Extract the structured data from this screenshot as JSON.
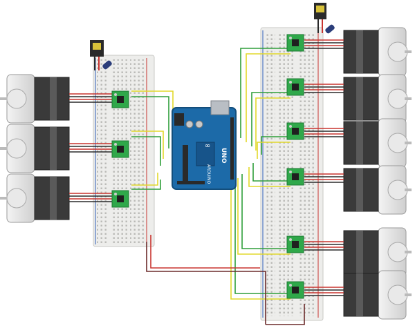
{
  "arduino": {
    "logo": "∞",
    "model": "UNO",
    "brand": "ARDUINO"
  },
  "colors": {
    "pcb": "#1c6aa8",
    "driver": "#2fa84a",
    "motor_front": "#e3e3e3",
    "motor_body": "#3a3a3a",
    "breadboard": "#eeeeec",
    "wire_green": "#2e9e3a",
    "wire_yellow": "#e2d82a",
    "wire_red": "#c8342f",
    "wire_dark": "#5a2a2a"
  },
  "icons": [
    "power-jack-icon",
    "capacitor-icon",
    "usb-port-icon"
  ],
  "left_motor_count": 3,
  "right_motor_count": 6,
  "driver_count": 9
}
